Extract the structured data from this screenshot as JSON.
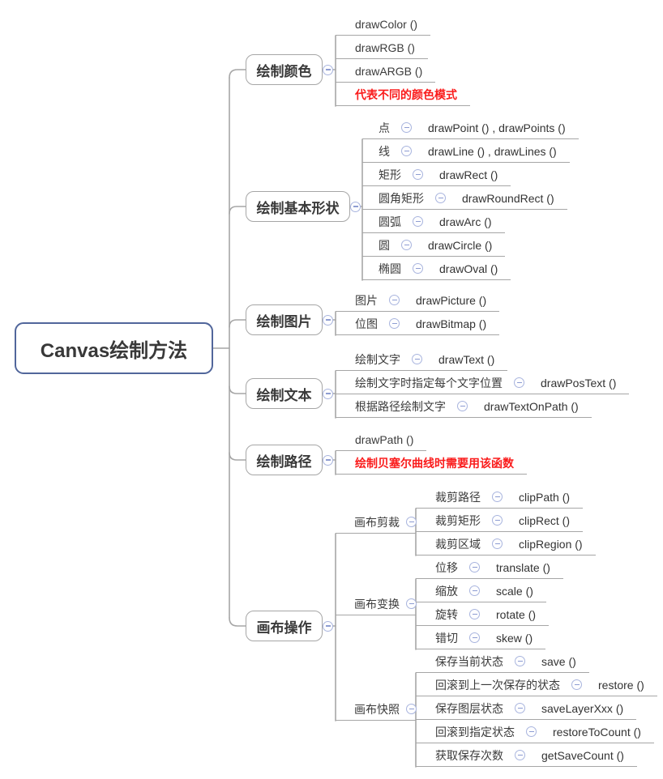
{
  "colors": {
    "line": "#a6a6a6",
    "root_border": "#51669b",
    "note_red": "#fa1b1b",
    "toggle_border": "#a9b5de",
    "toggle_glyph": "#8e9dd2",
    "text": "#3b3b3b"
  },
  "icons": {
    "collapse_toggle": "minus-circle"
  },
  "mindmap": {
    "root": {
      "id": "root",
      "label": "Canvas绘制方法"
    },
    "branches": [
      {
        "id": "draw-color",
        "label": "绘制颜色",
        "children": [
          {
            "id": "fn-drawcolor",
            "label": "drawColor ()"
          },
          {
            "id": "fn-drawrgb",
            "label": "drawRGB ()"
          },
          {
            "id": "fn-drawargb",
            "label": "drawARGB ()"
          },
          {
            "id": "note-color-mode",
            "label": "代表不同的颜色模式",
            "style": "red"
          }
        ]
      },
      {
        "id": "draw-basic-shapes",
        "label": "绘制基本形状",
        "children": [
          {
            "id": "shape-point",
            "label": "点",
            "func": "drawPoint () , drawPoints ()"
          },
          {
            "id": "shape-line",
            "label": "线",
            "func": "drawLine () , drawLines ()"
          },
          {
            "id": "shape-rect",
            "label": "矩形",
            "func": "drawRect ()"
          },
          {
            "id": "shape-roundrect",
            "label": "圆角矩形",
            "func": "drawRoundRect ()"
          },
          {
            "id": "shape-arc",
            "label": "圆弧",
            "func": "drawArc ()"
          },
          {
            "id": "shape-circle",
            "label": "圆",
            "func": "drawCircle ()"
          },
          {
            "id": "shape-oval",
            "label": "椭圆",
            "func": "drawOval ()"
          }
        ]
      },
      {
        "id": "draw-picture",
        "label": "绘制图片",
        "children": [
          {
            "id": "pic-picture",
            "label": "图片",
            "func": "drawPicture ()"
          },
          {
            "id": "pic-bitmap",
            "label": "位图",
            "func": "drawBitmap ()"
          }
        ]
      },
      {
        "id": "draw-text",
        "label": "绘制文本",
        "children": [
          {
            "id": "text-drawtext",
            "label": "绘制文字",
            "func": "drawText ()"
          },
          {
            "id": "text-postext",
            "label": "绘制文字时指定每个文字位置",
            "func": "drawPosText ()"
          },
          {
            "id": "text-onpath",
            "label": "根据路径绘制文字",
            "func": "drawTextOnPath ()"
          }
        ]
      },
      {
        "id": "draw-path",
        "label": "绘制路径",
        "children": [
          {
            "id": "fn-drawpath",
            "label": "drawPath ()"
          },
          {
            "id": "note-bezier",
            "label": "绘制贝塞尔曲线时需要用该函数",
            "style": "red"
          }
        ]
      },
      {
        "id": "canvas-ops",
        "label": "画布操作",
        "children": [
          {
            "id": "canvas-clip",
            "label": "画布剪裁",
            "children": [
              {
                "id": "clip-path",
                "label": "裁剪路径",
                "func": "clipPath ()"
              },
              {
                "id": "clip-rect",
                "label": "裁剪矩形",
                "func": "clipRect ()"
              },
              {
                "id": "clip-region",
                "label": "裁剪区域",
                "func": "clipRegion ()"
              }
            ]
          },
          {
            "id": "canvas-transform",
            "label": "画布变换",
            "children": [
              {
                "id": "tf-translate",
                "label": "位移",
                "func": "translate ()"
              },
              {
                "id": "tf-scale",
                "label": "缩放",
                "func": "scale ()"
              },
              {
                "id": "tf-rotate",
                "label": "旋转",
                "func": "rotate ()"
              },
              {
                "id": "tf-skew",
                "label": "错切",
                "func": "skew ()"
              }
            ]
          },
          {
            "id": "canvas-snapshot",
            "label": "画布快照",
            "children": [
              {
                "id": "snap-save",
                "label": "保存当前状态",
                "func": "save ()"
              },
              {
                "id": "snap-restore",
                "label": "回滚到上一次保存的状态",
                "func": "restore ()"
              },
              {
                "id": "snap-savelayer",
                "label": "保存图层状态",
                "func": "saveLayerXxx ()"
              },
              {
                "id": "snap-restoretocount",
                "label": "回滚到指定状态",
                "func": "restoreToCount ()"
              },
              {
                "id": "snap-getsavecount",
                "label": "获取保存次数",
                "func": "getSaveCount ()"
              }
            ]
          }
        ]
      }
    ]
  }
}
